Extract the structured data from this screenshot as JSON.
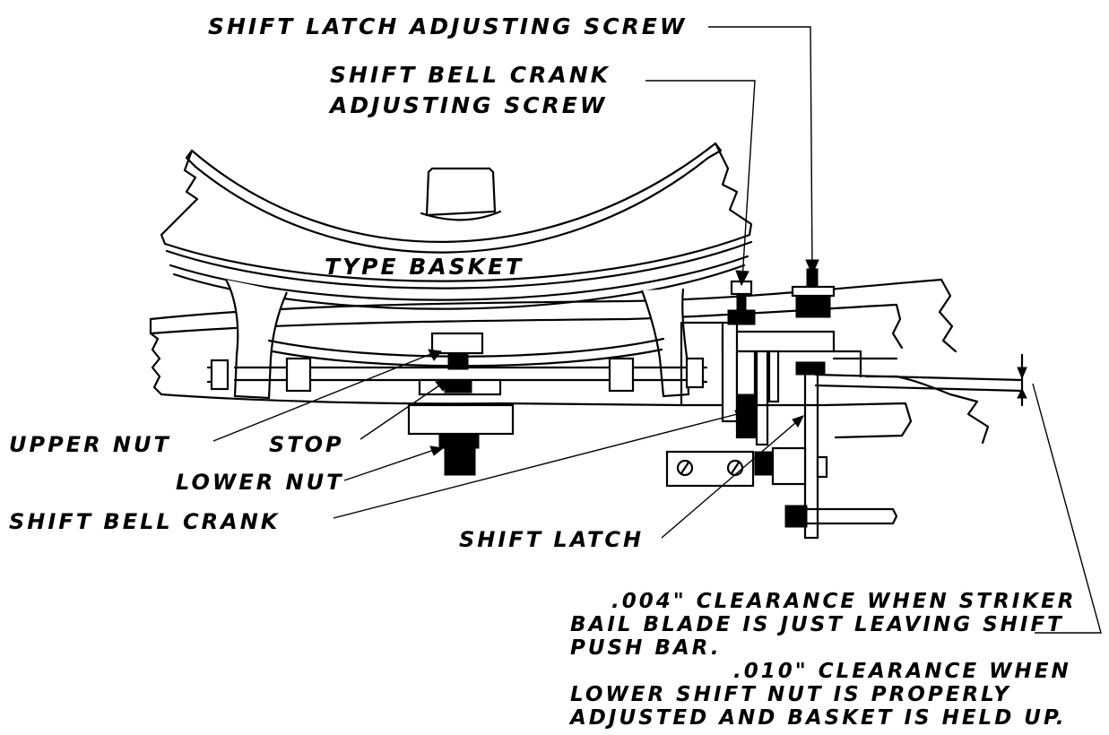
{
  "labels": {
    "shift_latch_adjusting_screw": "SHIFT LATCH ADJUSTING SCREW",
    "shift_bell_crank_adjusting_screw_line1": "SHIFT BELL CRANK",
    "shift_bell_crank_adjusting_screw_line2": "ADJUSTING SCREW",
    "type_basket": "TYPE BASKET",
    "upper_nut": "UPPER NUT",
    "stop": "STOP",
    "lower_nut": "LOWER NUT",
    "shift_bell_crank": "SHIFT BELL CRANK",
    "shift_latch": "SHIFT LATCH"
  },
  "notes": {
    "clearance_004_line1": ".004\" CLEARANCE WHEN STRIKER",
    "clearance_004_line2": "BAIL BLADE IS JUST LEAVING SHIFT",
    "clearance_004_line3": "PUSH BAR.",
    "clearance_010_line1": ".010\" CLEARANCE WHEN",
    "clearance_010_line2": "LOWER SHIFT NUT IS PROPERLY",
    "clearance_010_line3": "ADJUSTED AND BASKET IS HELD UP."
  }
}
